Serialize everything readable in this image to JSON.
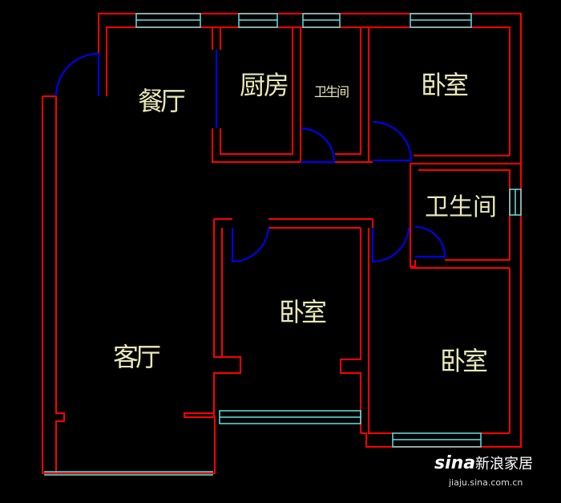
{
  "rooms": {
    "dining": "餐厅",
    "kitchen": "厨房",
    "bath_small": "卫生间",
    "bedroom_ne": "卧室",
    "bath_east": "卫生间",
    "living": "客厅",
    "bedroom_center": "卧室",
    "bedroom_se": "卧室"
  },
  "watermark": {
    "brand": "新浪家居",
    "logo": "sina",
    "url": "jiaju.sina.com.cn"
  },
  "colors": {
    "background": "#000000",
    "walls": "#ff0000",
    "doors": "#0000ff",
    "windows": "#66e0e0",
    "labels": "#e8e8b8"
  }
}
